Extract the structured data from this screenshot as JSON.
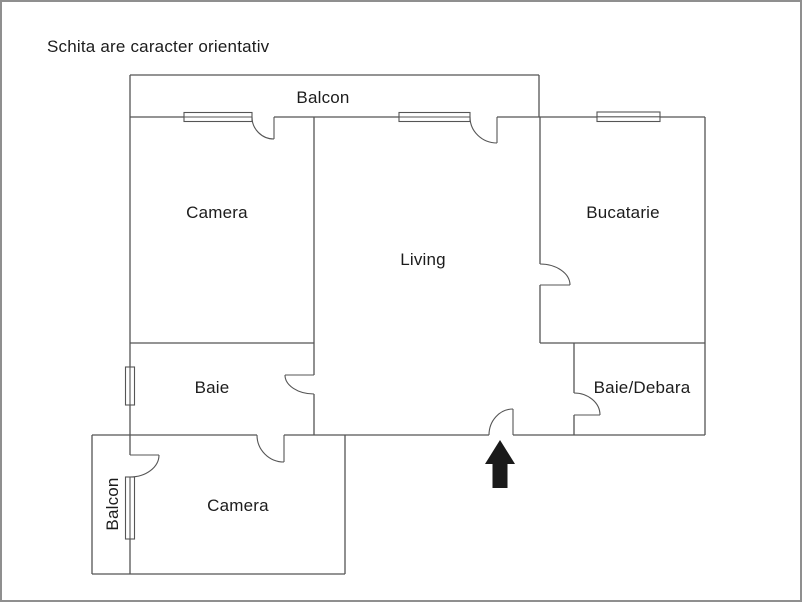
{
  "labels": {
    "title": "Schita are caracter orientativ",
    "balcon_top": "Balcon",
    "camera_top": "Camera",
    "living": "Living",
    "bucatarie": "Bucatarie",
    "baie": "Baie",
    "baie_debara": "Baie/Debara",
    "camera_bottom": "Camera",
    "balcon_bottom": "Balcon"
  },
  "colors": {
    "wall": "#555555",
    "window_fill": "#ffffff",
    "border": "#8f8f8f",
    "text": "#1c1c1c",
    "arrow": "#1a1a1a",
    "background": "#ffffff"
  }
}
